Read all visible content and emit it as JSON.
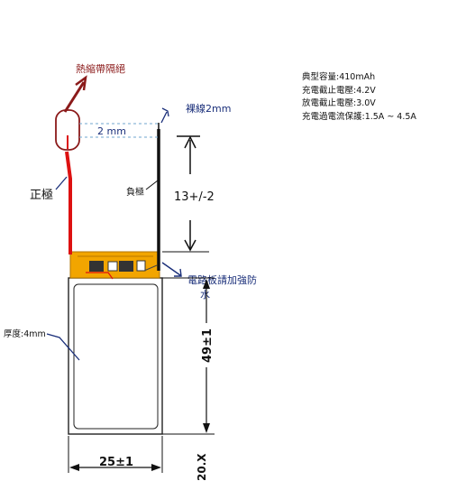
{
  "labels": {
    "heat_shrink": "熱縮帶隔絕",
    "wire_len": "2 mm",
    "bare_wire": "裸線2mm",
    "positive": "正極",
    "negative": "負極",
    "tab_height": "13+/-2",
    "pcb_note_line1": "電路板請加強防",
    "pcb_note_line2": "水",
    "thickness": "厚度:4mm",
    "height_dim": "49±1",
    "width_dim": "25±1",
    "cut_text": "20.X"
  },
  "specs": [
    "典型容量:410mAh",
    "充電截止電壓:4.2V",
    "放電截止電壓:3.0V",
    "充電過電流保護:1.5A ~ 4.5A"
  ],
  "colors": {
    "wire_red": "#dd1111",
    "label_maroon": "#8b1a1a",
    "label_blue": "#1a2f7a",
    "pcb_yellow": "#f2a500",
    "frame": "#222222"
  }
}
